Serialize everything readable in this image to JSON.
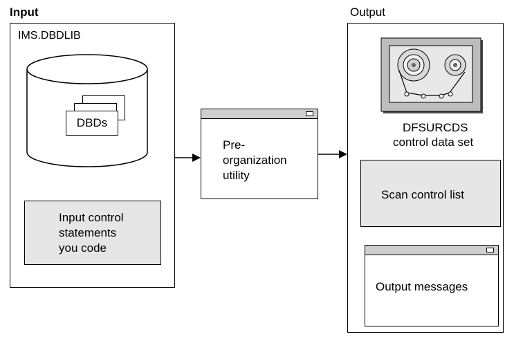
{
  "input": {
    "header": "Input",
    "db_name": "IMS.DBDLIB",
    "dbds_label": "DBDs",
    "control_statements": [
      "Input control",
      "statements",
      "you code"
    ]
  },
  "utility": {
    "label": [
      "Pre-",
      "organization",
      "utility"
    ]
  },
  "output": {
    "header": "Output",
    "dataset_name": "DFSURCDS",
    "dataset_desc": "control data set",
    "scan_list": "Scan control list",
    "messages": "Output messages"
  }
}
